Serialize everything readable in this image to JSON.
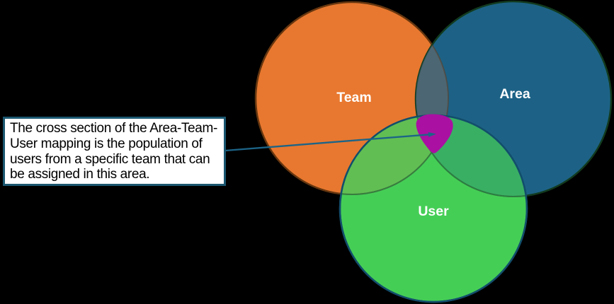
{
  "venn": {
    "background": "#000000",
    "circles": [
      {
        "name": "Team",
        "fill": "#E8782F",
        "stroke": "#66360F"
      },
      {
        "name": "Area",
        "fill": "#1D6286",
        "stroke": "#123A1E"
      },
      {
        "name": "User",
        "fill": "#45CE56",
        "stroke": "#124E6B"
      }
    ],
    "overlaps": {
      "team_area_fill": "#4C6673",
      "team_user_fill": "#61BE53",
      "area_user_fill": "#39AF63",
      "center_fill": "#AA10A2"
    },
    "inner_arc_stroke": "#2E7A42",
    "label_color": "#FFFFFF"
  },
  "callout": {
    "text": "The cross section of the Area-Team-User mapping is the population of users from a specific team that can be assigned in this area.",
    "background": "#FFFFFF",
    "border_color": "#1B5770",
    "text_color": "#000000"
  },
  "arrow": {
    "color": "#1C6487"
  }
}
